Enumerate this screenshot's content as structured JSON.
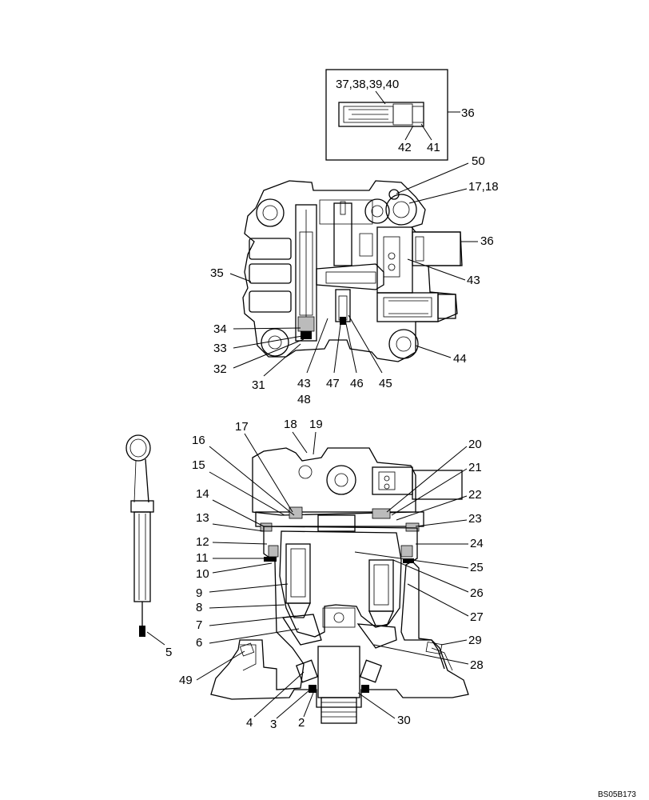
{
  "diagram": {
    "drawing_code": "BS05B173",
    "callouts": {
      "inset_top": "37,38,39,40",
      "inset_right": "36",
      "inset_42": "42",
      "inset_41": "41",
      "c50": "50",
      "c17_18": "17,18",
      "c36": "36",
      "c35": "35",
      "c43_right": "43",
      "c34": "34",
      "c33": "33",
      "c44": "44",
      "c32": "32",
      "c31": "31",
      "c43_bottom": "43",
      "c47": "47",
      "c46": "46",
      "c45": "45",
      "c48": "48",
      "c17": "17",
      "c18": "18",
      "c19": "19",
      "c16": "16",
      "c20": "20",
      "c15": "15",
      "c21": "21",
      "c14": "14",
      "c22": "22",
      "c13": "13",
      "c23": "23",
      "c12": "12",
      "c24": "24",
      "c11": "11",
      "c10": "10",
      "c25": "25",
      "c9": "9",
      "c26": "26",
      "c8": "8",
      "c27": "27",
      "c7": "7",
      "c29": "29",
      "c6": "6",
      "c5": "5",
      "c28": "28",
      "c49": "49",
      "c4": "4",
      "c3": "3",
      "c2": "2",
      "c30": "30"
    }
  }
}
